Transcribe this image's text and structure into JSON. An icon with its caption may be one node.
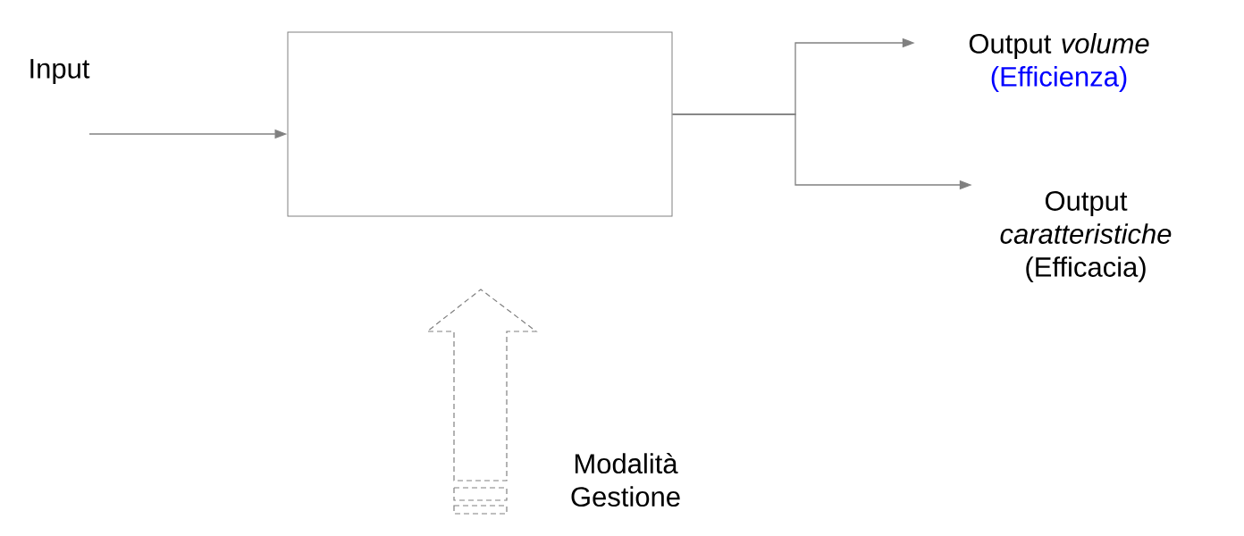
{
  "diagram": {
    "nodes": [
      {
        "text": [],
        "shape": "box"
      },
      {
        "text": [
          "Output *volume*",
          "(Efficienza)"
        ]
      },
      {
        "text": [
          "Output *caratteristiche* (Efficacia)"
        ]
      },
      {
        "text": [],
        "shape": "arrow",
        "beside": [
          "Modalità Gestione"
        ]
      }
    ],
    "edges": [
      {
        "from": null,
        "to": 0,
        "arrow": "to"
      },
      {
        "from": 0,
        "to": 1,
        "arrow": "to"
      },
      {
        "from": 0,
        "to": 2,
        "arrow": "to"
      }
    ],
    "labels": [
      "Input"
    ]
  }
}
